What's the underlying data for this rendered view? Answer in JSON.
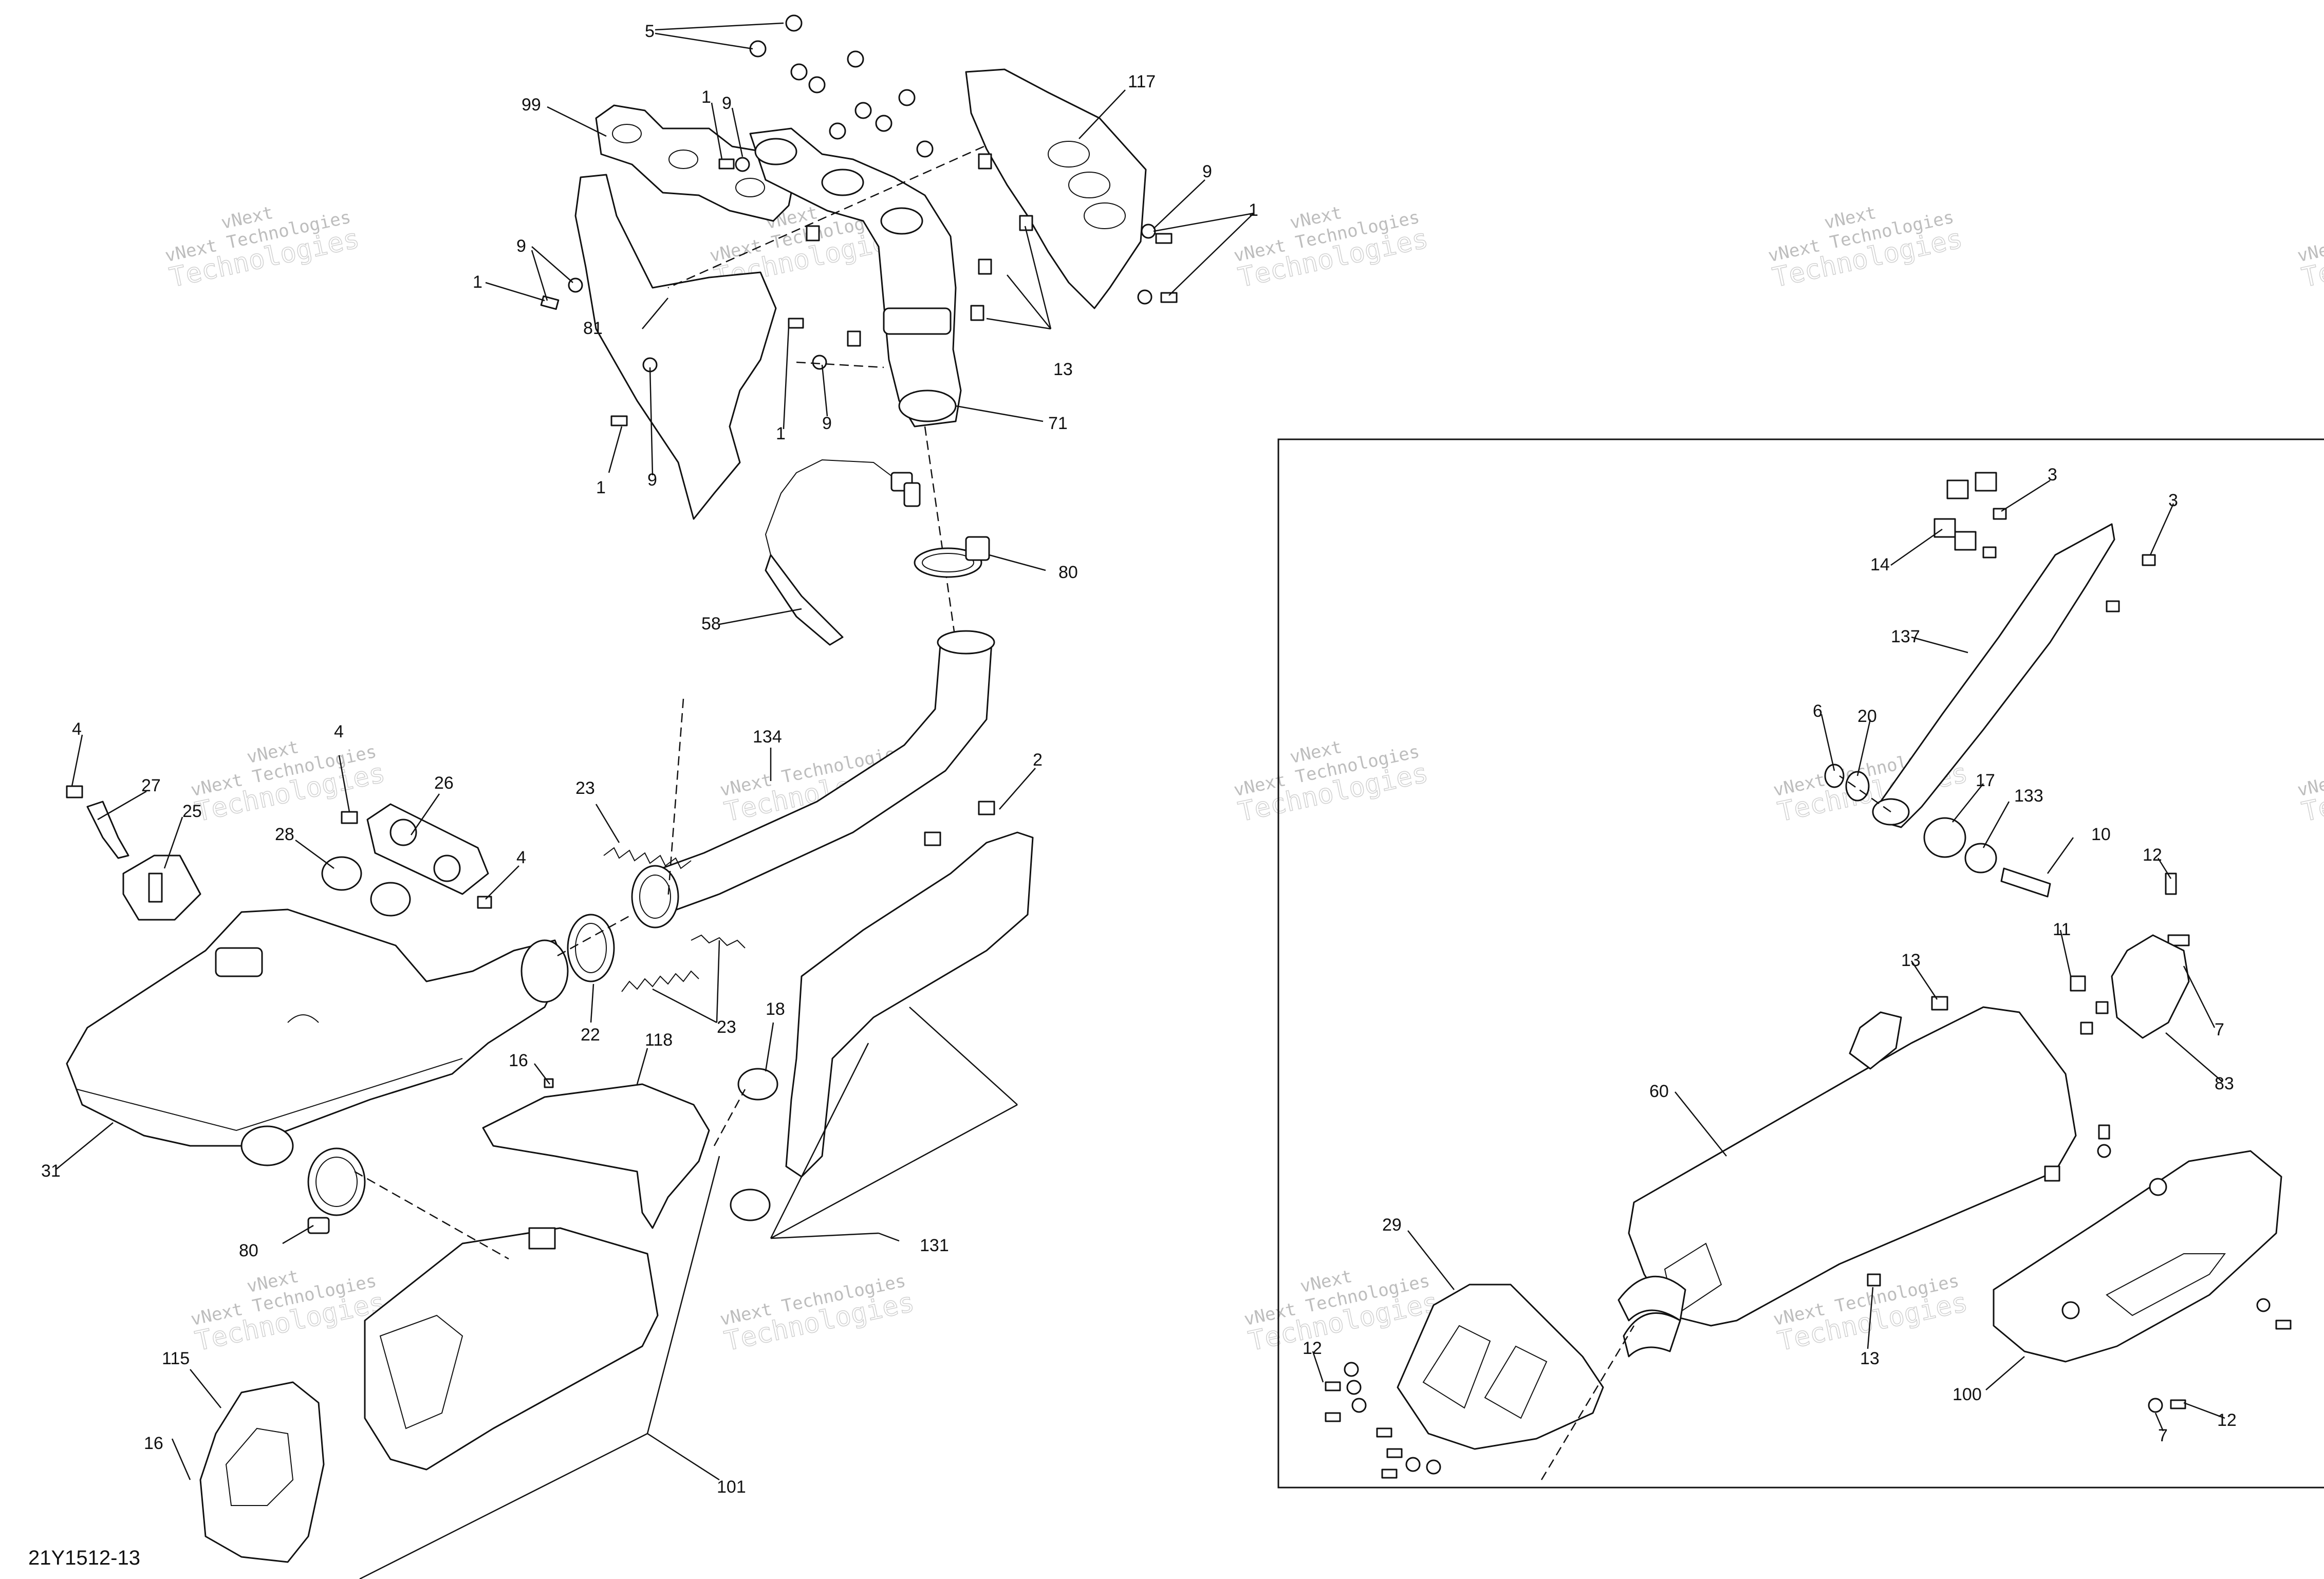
{
  "diagram": {
    "diagram_id": "21Y1512-13",
    "watermark": {
      "line1": "vNext",
      "line2": "vNext Technologies",
      "line3": "Technologies"
    },
    "callouts": {
      "c5": "5",
      "c99": "99",
      "c1a": "1",
      "c9a": "9",
      "c117": "117",
      "c9b": "9",
      "c1b": "1",
      "c9c": "9",
      "c1c": "1",
      "c81": "81",
      "c13a": "13",
      "c1d": "1",
      "c9d": "9",
      "c9e": "9",
      "c1e": "1",
      "c71": "71",
      "c80a": "80",
      "c58": "58",
      "c4a": "4",
      "c27": "27",
      "c4b": "4",
      "c26": "26",
      "c25": "25",
      "c28": "28",
      "c4c": "4",
      "c23a": "23",
      "c134": "134",
      "c2": "2",
      "c22": "22",
      "c23b": "23",
      "c18": "18",
      "c16a": "16",
      "c118": "118",
      "c31": "31",
      "c80b": "80",
      "c131": "131",
      "c115": "115",
      "c16b": "16",
      "c101": "101",
      "c3a": "3",
      "c3b": "3",
      "c14": "14",
      "c137": "137",
      "c6": "6",
      "c20": "20",
      "c17": "17",
      "c133": "133",
      "c10": "10",
      "c12a": "12",
      "c11": "11",
      "c13b": "13",
      "c7a": "7",
      "c83": "83",
      "c60": "60",
      "c29": "29",
      "c13c": "13",
      "c12b": "12",
      "c100": "100",
      "c7b": "7",
      "c12c": "12"
    }
  }
}
